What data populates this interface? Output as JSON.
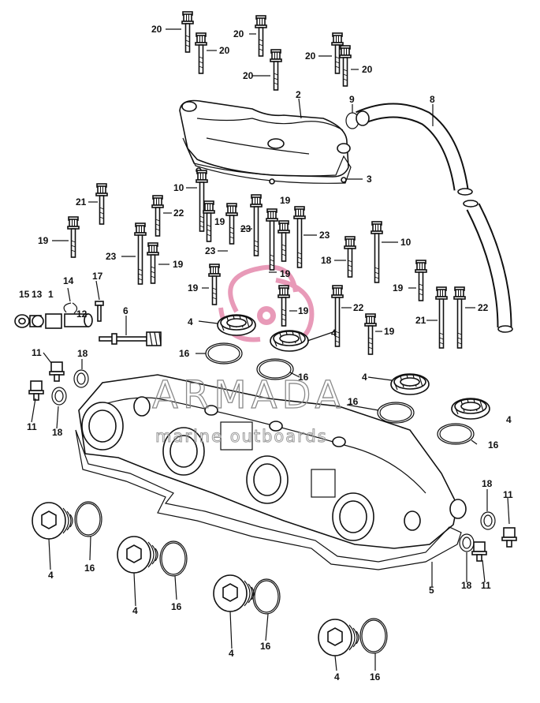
{
  "watermark": {
    "brand": "ARMADA",
    "tagline": "marine outboards",
    "logo_color": "#e89ab8"
  },
  "labels": [
    {
      "id": "l-20a",
      "text": "20"
    },
    {
      "id": "l-20b",
      "text": "20"
    },
    {
      "id": "l-20c",
      "text": "20"
    },
    {
      "id": "l-20d",
      "text": "20"
    },
    {
      "id": "l-20e",
      "text": "20"
    },
    {
      "id": "l-20f",
      "text": "20"
    },
    {
      "id": "l-2",
      "text": "2"
    },
    {
      "id": "l-9",
      "text": "9"
    },
    {
      "id": "l-8",
      "text": "8"
    },
    {
      "id": "l-3",
      "text": "3"
    },
    {
      "id": "l-10a",
      "text": "10"
    },
    {
      "id": "l-21a",
      "text": "21"
    },
    {
      "id": "l-22a",
      "text": "22"
    },
    {
      "id": "l-19a",
      "text": "19"
    },
    {
      "id": "l-19b",
      "text": "19"
    },
    {
      "id": "l-23a",
      "text": "23"
    },
    {
      "id": "l-19c",
      "text": "19"
    },
    {
      "id": "l-23b",
      "text": "23"
    },
    {
      "id": "l-23c",
      "text": "23"
    },
    {
      "id": "l-23d",
      "text": "23"
    },
    {
      "id": "l-10b",
      "text": "10"
    },
    {
      "id": "l-18a",
      "text": "18"
    },
    {
      "id": "l-19d",
      "text": "19"
    },
    {
      "id": "l-19e",
      "text": "19"
    },
    {
      "id": "l-15",
      "text": "15"
    },
    {
      "id": "l-13",
      "text": "13"
    },
    {
      "id": "l-1",
      "text": "1"
    },
    {
      "id": "l-12",
      "text": "12"
    },
    {
      "id": "l-14",
      "text": "14"
    },
    {
      "id": "l-17",
      "text": "17"
    },
    {
      "id": "l-6",
      "text": "6"
    },
    {
      "id": "l-4a",
      "text": "4"
    },
    {
      "id": "l-16a",
      "text": "16"
    },
    {
      "id": "l-19f",
      "text": "19"
    },
    {
      "id": "l-4b",
      "text": "4"
    },
    {
      "id": "l-22b",
      "text": "22"
    },
    {
      "id": "l-19g",
      "text": "19"
    },
    {
      "id": "l-21b",
      "text": "21"
    },
    {
      "id": "l-22c",
      "text": "22"
    },
    {
      "id": "l-11a",
      "text": "11"
    },
    {
      "id": "l-18b",
      "text": "18"
    },
    {
      "id": "l-11b",
      "text": "11"
    },
    {
      "id": "l-18c",
      "text": "18"
    },
    {
      "id": "l-16b",
      "text": "16"
    },
    {
      "id": "l-4c",
      "text": "4"
    },
    {
      "id": "l-16c",
      "text": "16"
    },
    {
      "id": "l-4d",
      "text": "4"
    },
    {
      "id": "l-16d",
      "text": "16"
    },
    {
      "id": "l-18d",
      "text": "18"
    },
    {
      "id": "l-11c",
      "text": "11"
    },
    {
      "id": "l-5",
      "text": "5"
    },
    {
      "id": "l-18e",
      "text": "18"
    },
    {
      "id": "l-11d",
      "text": "11"
    },
    {
      "id": "l-4e",
      "text": "4"
    },
    {
      "id": "l-16e",
      "text": "16"
    },
    {
      "id": "l-4f",
      "text": "4"
    },
    {
      "id": "l-16f",
      "text": "16"
    },
    {
      "id": "l-4g",
      "text": "4"
    },
    {
      "id": "l-16g",
      "text": "16"
    },
    {
      "id": "l-4h",
      "text": "4"
    },
    {
      "id": "l-16h",
      "text": "16"
    }
  ]
}
